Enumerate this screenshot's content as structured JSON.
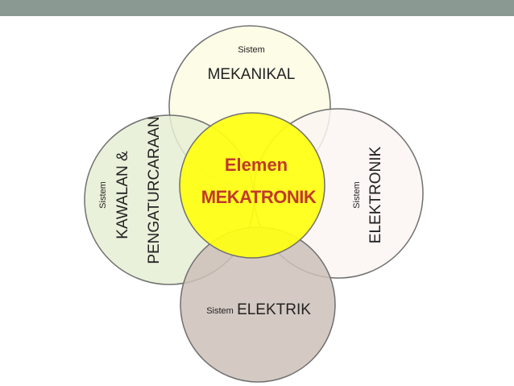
{
  "colors": {
    "top_bar": "#8a9a93",
    "mekanikal_fill": "#fbfbe3",
    "kawalan_fill": "#e6efd3",
    "elektronik_fill": "#fcf4f2",
    "elektrik_fill": "#ccc0b8",
    "center_fill": "#ffff12",
    "center_text": "#c0392b",
    "circle_stroke": "#707070"
  },
  "diagram": {
    "top": {
      "prefix": "Sistem",
      "name": "MEKANIKAL"
    },
    "left": {
      "prefix": "Sistem",
      "name_line1": "KAWALAN &",
      "name_line2": "PENGATURCARAAN"
    },
    "right": {
      "prefix": "Sistem",
      "name": "ELEKTRONIK"
    },
    "bottom": {
      "prefix": "Sistem",
      "name": "ELEKTRIK"
    },
    "center": {
      "line1": "Elemen",
      "line2": "MEKATRONIK"
    }
  }
}
